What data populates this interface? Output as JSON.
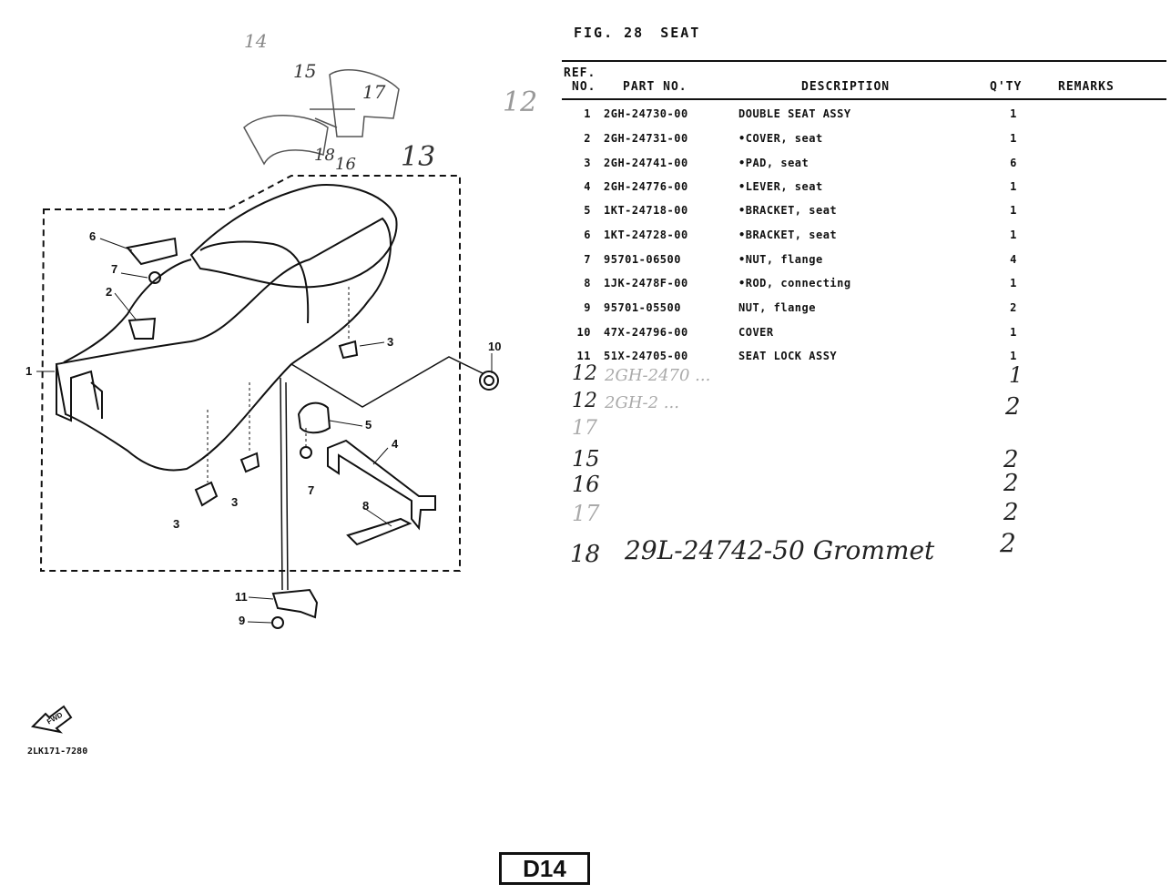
{
  "figure": {
    "label": "FIG. 28",
    "title": "SEAT"
  },
  "table_headers": {
    "ref_line1": "REF.",
    "ref_line2": "NO.",
    "part_no": "PART NO.",
    "description": "DESCRIPTION",
    "qty": "Q'TY",
    "remarks": "REMARKS"
  },
  "parts": [
    {
      "ref": "1",
      "part_no": "2GH-24730-00",
      "description": "DOUBLE SEAT ASSY",
      "qty": "1"
    },
    {
      "ref": "2",
      "part_no": "2GH-24731-00",
      "description": "•COVER, seat",
      "qty": "1"
    },
    {
      "ref": "3",
      "part_no": "2GH-24741-00",
      "description": "•PAD, seat",
      "qty": "6"
    },
    {
      "ref": "4",
      "part_no": "2GH-24776-00",
      "description": "•LEVER, seat",
      "qty": "1"
    },
    {
      "ref": "5",
      "part_no": "1KT-24718-00",
      "description": "•BRACKET, seat",
      "qty": "1"
    },
    {
      "ref": "6",
      "part_no": "1KT-24728-00",
      "description": "•BRACKET, seat",
      "qty": "1"
    },
    {
      "ref": "7",
      "part_no": "95701-06500",
      "description": "•NUT, flange",
      "qty": "4"
    },
    {
      "ref": "8",
      "part_no": "1JK-2478F-00",
      "description": "•ROD, connecting",
      "qty": "1"
    },
    {
      "ref": "9",
      "part_no": "95701-05500",
      "description": "NUT, flange",
      "qty": "2"
    },
    {
      "ref": "10",
      "part_no": "47X-24796-00",
      "description": "COVER",
      "qty": "1"
    },
    {
      "ref": "11",
      "part_no": "51X-24705-00",
      "description": "SEAT LOCK ASSY",
      "qty": "1"
    }
  ],
  "handwritten": {
    "r12a_ref": "12",
    "r12a_text": "2GH-2470 ...",
    "r12a_qty": "1",
    "r12b_ref": "12",
    "r12b_text": "2GH-2 ...",
    "r12b_qty": "2",
    "r17a_ref": "17",
    "r15_ref": "15",
    "r15_qty": "2",
    "r16_ref": "16",
    "r16_qty": "2",
    "r17b_ref": "17",
    "r17b_qty": "2",
    "r18_ref": "18",
    "r18_text": "29L-24742-50 Grommet",
    "r18_qty": "2"
  },
  "diagram_labels": {
    "l1": "1",
    "l2": "2",
    "l3a": "3",
    "l3b": "3",
    "l3c": "3",
    "l4": "4",
    "l5": "5",
    "l6": "6",
    "l7a": "7",
    "l7b": "7",
    "l8": "8",
    "l9": "9",
    "l10": "10",
    "l11": "11",
    "h12": "12",
    "h13": "13",
    "h14": "14",
    "h15": "15",
    "h16": "16",
    "h17": "17",
    "h18": "18"
  },
  "fwd_label": "FWD",
  "footer_code": "2LK171-7280",
  "page_number": "D14"
}
